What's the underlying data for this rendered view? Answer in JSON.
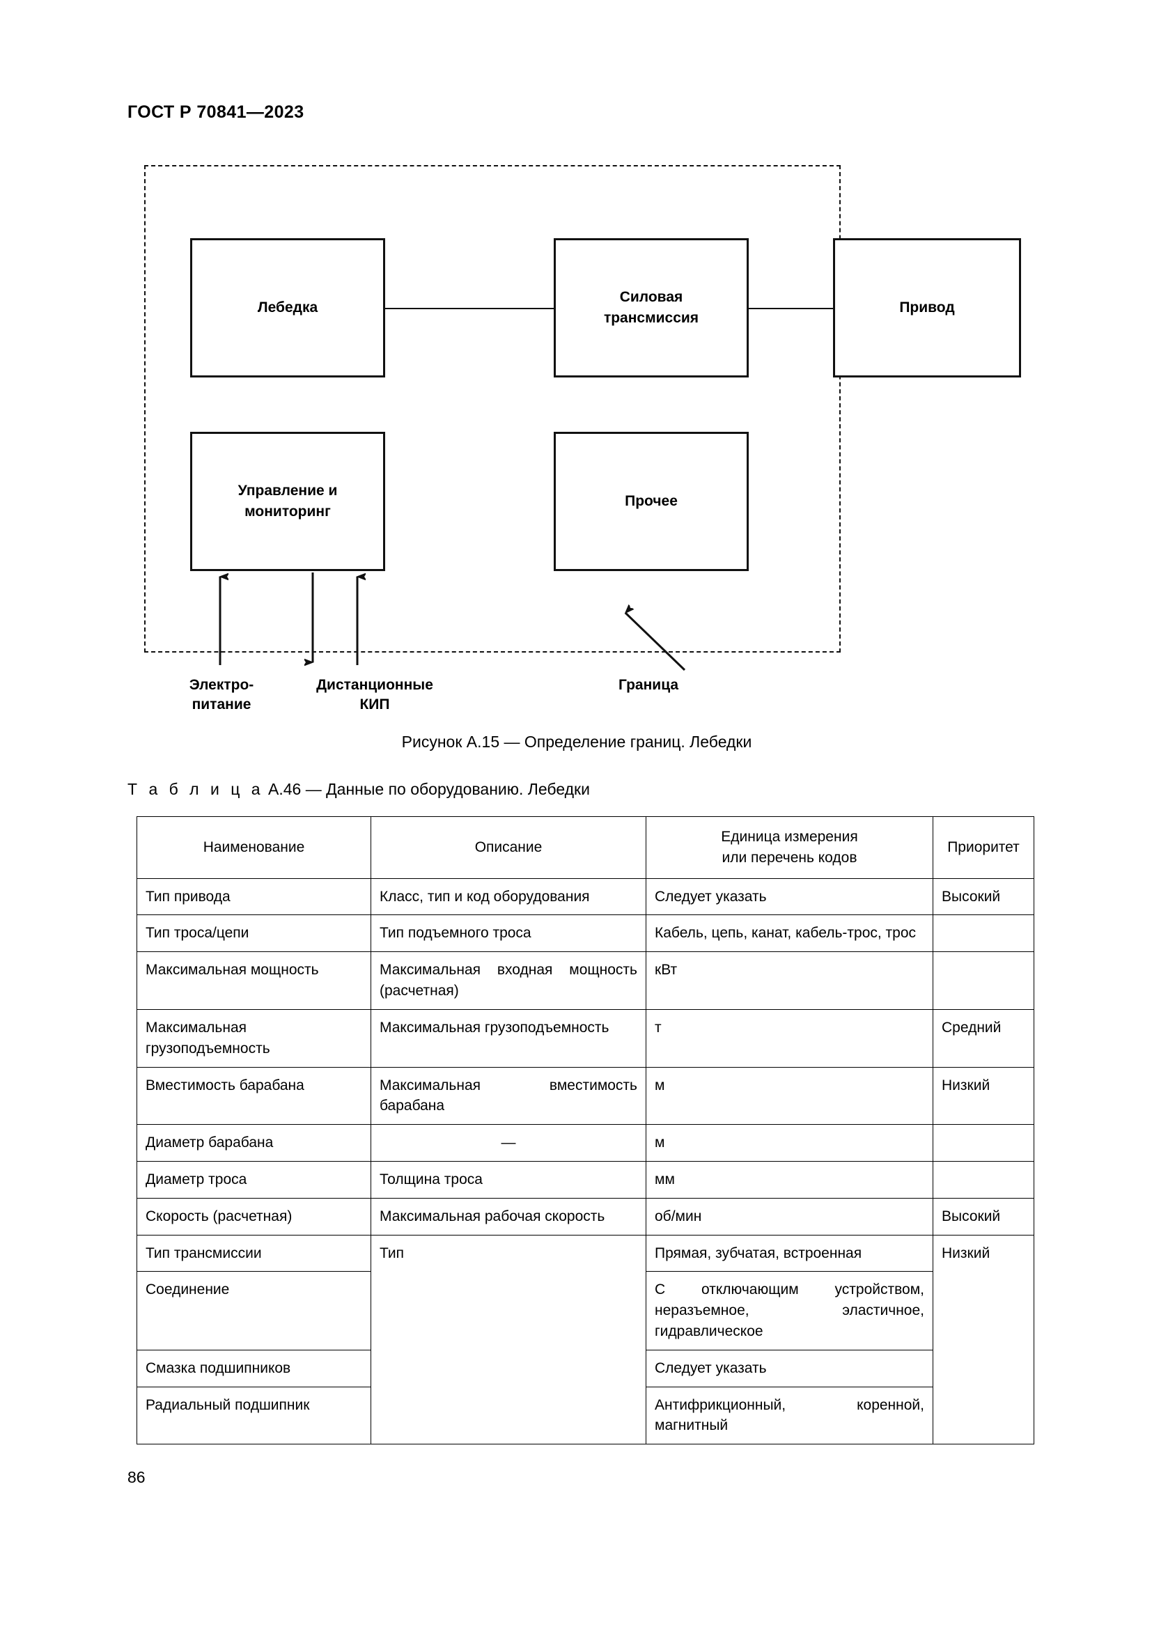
{
  "document": {
    "header": "ГОСТ Р 70841—2023",
    "page_number": "86"
  },
  "figure": {
    "caption": "Рисунок А.15 — Определение границ. Лебедки",
    "blocks": [
      {
        "id": "winch",
        "label": "Лебедка"
      },
      {
        "id": "powertrain",
        "label_line1": "Силовая",
        "label_line2": "трансмиссия"
      },
      {
        "id": "drive",
        "label": "Привод"
      },
      {
        "id": "control",
        "label_line1": "Управление и",
        "label_line2": "мониторинг"
      },
      {
        "id": "other",
        "label": "Прочее"
      }
    ],
    "labels": {
      "power_supply_line1": "Электро-",
      "power_supply_line2": "питание",
      "instruments_line1": "Дистанционные",
      "instruments_line2": "КИП",
      "boundary": "Граница"
    },
    "colors": {
      "line": "#111111",
      "background": "#ffffff"
    }
  },
  "table": {
    "caption_label": "Т а б л и ц а",
    "caption_number": "А.46",
    "caption_title": "— Данные по оборудованию. Лебедки",
    "headers": {
      "name": "Наименование",
      "description": "Описание",
      "unit_line1": "Единица измерения",
      "unit_line2": "или перечень кодов",
      "priority": "Приоритет"
    },
    "rows": [
      {
        "name": "Тип привода",
        "description": "Класс, тип и код оборудования",
        "unit": "Следует указать",
        "priority": "Высокий"
      },
      {
        "name": "Тип троса/цепи",
        "description": "Тип подъемного троса",
        "unit": "Кабель, цепь, канат, кабель-трос, трос",
        "priority": ""
      },
      {
        "name": "Максимальная мощность",
        "description": "Максимальная входная мощность (расчетная)",
        "unit": "кВт",
        "priority": ""
      },
      {
        "name": "Максимальная грузоподъемность",
        "description": "Максимальная грузоподъемность",
        "unit": "т",
        "priority": "Средний"
      },
      {
        "name": "Вместимость барабана",
        "description": "Максимальная вместимость барабана",
        "unit": "м",
        "priority": "Низкий"
      },
      {
        "name": "Диаметр барабана",
        "description": "—",
        "unit": "м",
        "priority": ""
      },
      {
        "name": "Диаметр троса",
        "description": "Толщина троса",
        "unit": "мм",
        "priority": ""
      },
      {
        "name": "Скорость (расчетная)",
        "description": "Максимальная рабочая скорость",
        "unit": "об/мин",
        "priority": "Высокий"
      },
      {
        "name": "Тип трансмиссии",
        "description": "Тип",
        "unit": "Прямая, зубчатая, встроенная",
        "priority": "Низкий"
      },
      {
        "name": "Соединение",
        "description": "",
        "unit": "С отключающим устройством, неразъемное, эластичное, гидравлическое",
        "priority": ""
      },
      {
        "name": "Смазка подшипников",
        "description": "",
        "unit": "Следует указать",
        "priority": ""
      },
      {
        "name": "Радиальный подшипник",
        "description": "",
        "unit": "Антифрикционный, коренной, магнитный",
        "priority": ""
      }
    ]
  }
}
